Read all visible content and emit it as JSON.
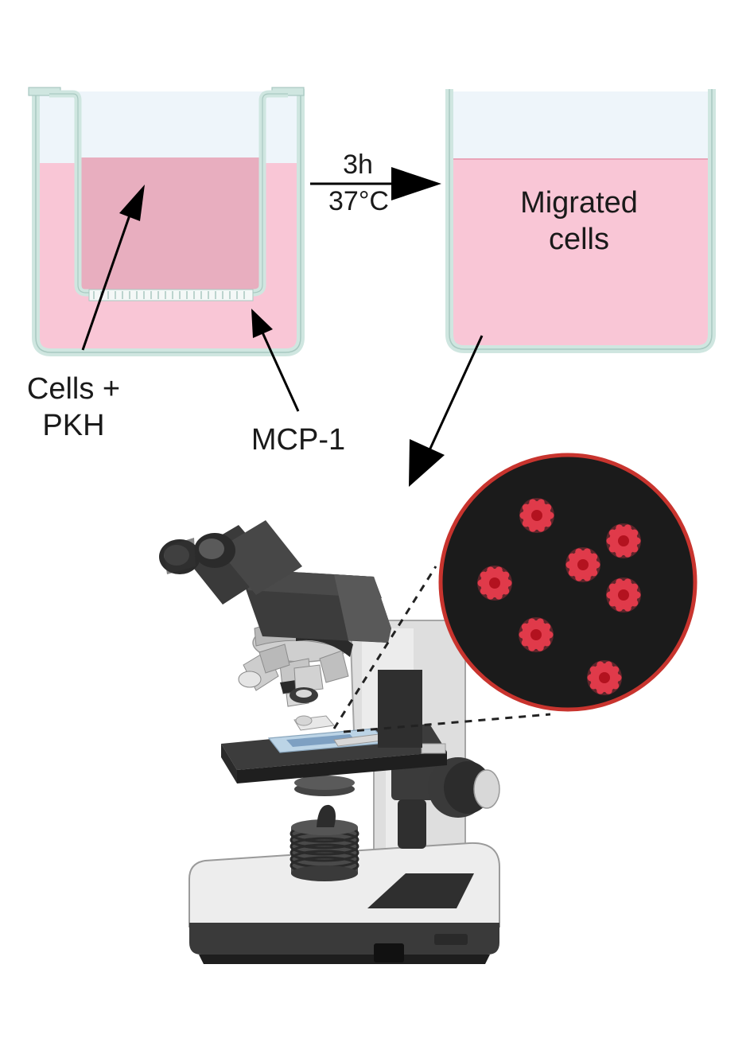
{
  "labels": {
    "cells_line1": "Cells +",
    "cells_line2": "PKH",
    "mcp": "MCP-1",
    "time": "3h",
    "temp": "37°C",
    "migrated_line1": "Migrated",
    "migrated_line2": "cells"
  },
  "colors": {
    "medium": "#f9c6d6",
    "insert_medium": "#e8aebf",
    "well_wall": "#cfe6e0",
    "air": "#eef5fa",
    "view_background": "#1b1b1b",
    "view_border": "#c8342e",
    "cell": "#e03a4a",
    "cell_core": "#b3121f"
  }
}
